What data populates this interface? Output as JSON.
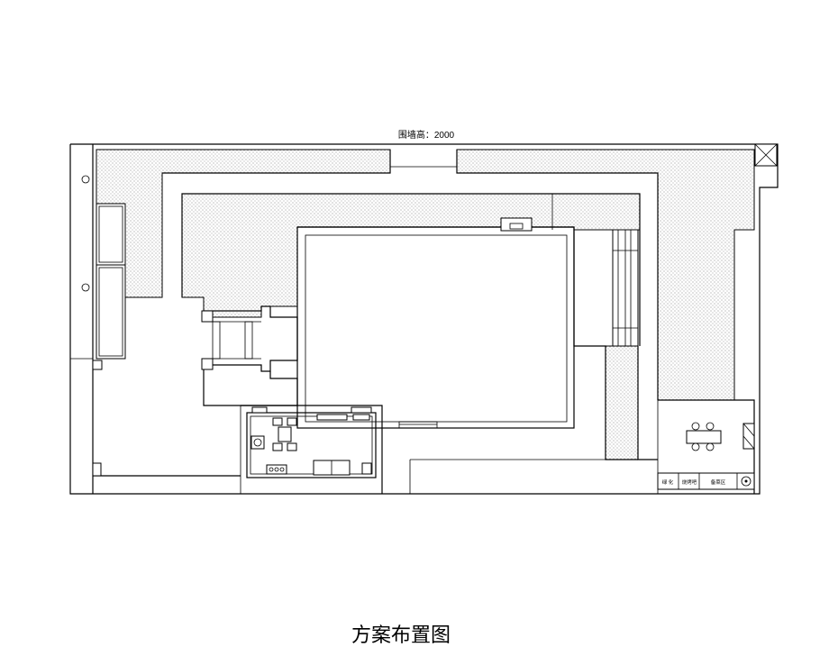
{
  "header": {
    "wall_height_label": "围墙高：2000"
  },
  "zones": {
    "label_a": "绿 化",
    "label_b": "烧烤吧",
    "label_c": "备菜区"
  },
  "footer": {
    "title": "方案布置图"
  }
}
